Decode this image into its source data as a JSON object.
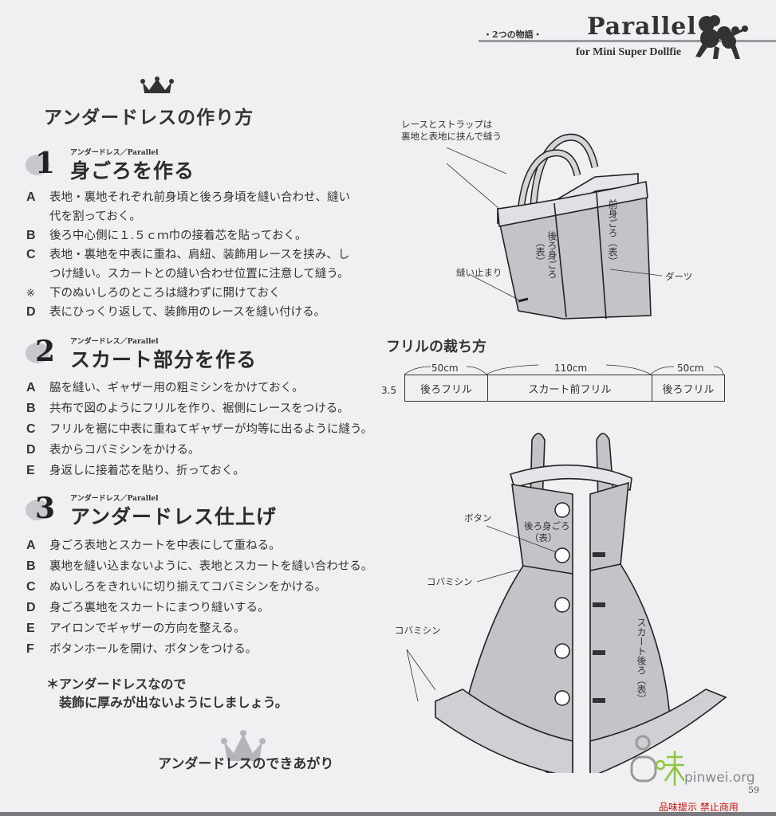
{
  "header": {
    "series": "・2つの物語・",
    "brand": "Parallel",
    "subtitle": "for Mini Super Dollfie"
  },
  "title": "アンダードレスの作り方",
  "sections": [
    {
      "number": "1",
      "label": "アンダードレス／Parallel",
      "heading": "身ごろを作る",
      "items": [
        {
          "letter": "A",
          "lines": [
            "表地・裏地それぞれ前身頃と後ろ身頃を縫い合わせ、縫い",
            "代を割っておく。"
          ]
        },
        {
          "letter": "B",
          "lines": [
            "後ろ中心側に１.５ｃｍ巾の接着芯を貼っておく。"
          ]
        },
        {
          "letter": "C",
          "lines": [
            "表地・裏地を中表に重ね、肩紐、装飾用レースを挟み、し",
            "つけ縫い。スカートとの縫い合わせ位置に注意して縫う。"
          ]
        },
        {
          "letter": "※",
          "lines": [
            "下のぬいしろのところは縫わずに開けておく"
          ]
        },
        {
          "letter": "D",
          "lines": [
            "表にひっくり返して、装飾用のレースを縫い付ける。"
          ]
        }
      ]
    },
    {
      "number": "2",
      "label": "アンダードレス／Parallel",
      "heading": "スカート部分を作る",
      "items": [
        {
          "letter": "A",
          "lines": [
            "脇を縫い、ギャザー用の粗ミシンをかけておく。"
          ]
        },
        {
          "letter": "B",
          "lines": [
            "共布で図のようにフリルを作り、裾側にレースをつける。"
          ]
        },
        {
          "letter": "C",
          "lines": [
            "フリルを裾に中表に重ねてギャザーが均等に出るように縫う。"
          ]
        },
        {
          "letter": "D",
          "lines": [
            "表からコバミシンをかける。"
          ]
        },
        {
          "letter": "E",
          "lines": [
            "身返しに接着芯を貼り、折っておく。"
          ]
        }
      ]
    },
    {
      "number": "3",
      "label": "アンダードレス／Parallel",
      "heading": "アンダードレス仕上げ",
      "items": [
        {
          "letter": "A",
          "lines": [
            "身ごろ表地とスカートを中表にして重ねる。"
          ]
        },
        {
          "letter": "B",
          "lines": [
            "裏地を縫い込まないように、表地とスカートを縫い合わせる。"
          ]
        },
        {
          "letter": "C",
          "lines": [
            "ぬいしろをきれいに切り揃えてコバミシンをかける。"
          ]
        },
        {
          "letter": "D",
          "lines": [
            "身ごろ裏地をスカートにまつり縫いする。"
          ]
        },
        {
          "letter": "E",
          "lines": [
            "アイロンでギャザーの方向を整える。"
          ]
        },
        {
          "letter": "F",
          "lines": [
            "ボタンホールを開け、ボタンをつける。"
          ]
        }
      ]
    }
  ],
  "note": [
    "＊アンダードレスなので",
    "装飾に厚みが出ないようにしましょう。"
  ],
  "finished_caption": "アンダードレスのできあがり",
  "bodice_diagram": {
    "callout": [
      "レースとストラップは",
      "裏地と表地に挟んで縫う"
    ],
    "back": "後ろ身ごろ",
    "back_side": "（表）",
    "front": "前身ごろ（表）",
    "stop": "縫い止まり",
    "dart": "ダーツ"
  },
  "frill": {
    "title": "フリルの裁ち方",
    "height": "3.5",
    "pieces": [
      {
        "width": "50cm",
        "name": "後ろフリル"
      },
      {
        "width": "110cm",
        "name": "スカート前フリル"
      },
      {
        "width": "50cm",
        "name": "後ろフリル"
      }
    ]
  },
  "dress_diagram": {
    "button": "ボタン",
    "back": "後ろ身ごろ",
    "back_side": "（表）",
    "topstitch1": "コバミシン",
    "topstitch2": "コバミシン",
    "skirt_back": "スカート後ろ（表）"
  },
  "page_number": "59",
  "watermark": {
    "site": "pinwei.org",
    "notice": "品味提示  禁止商用",
    "logo": "品味"
  },
  "colors": {
    "paper": "#f0f0f2",
    "ink": "#2a2a2a",
    "fabric": "#c4c4c8",
    "watermark_green": "#8cc63f",
    "notice_red": "#d01010"
  }
}
